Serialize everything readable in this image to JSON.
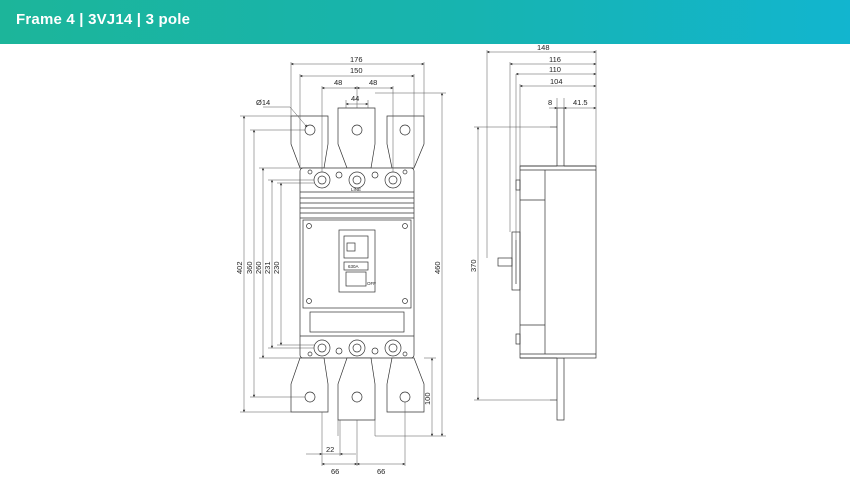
{
  "header": {
    "title": "Frame 4 | 3VJ14 | 3 pole"
  },
  "front_view": {
    "dimensions": {
      "w176": "176",
      "w150": "150",
      "w48a": "48",
      "w48b": "48",
      "w44": "44",
      "hole": "Ø14",
      "h402": "402",
      "h360": "360",
      "h260": "260",
      "h231": "231",
      "h230": "230",
      "h460": "460",
      "h100": "100",
      "w22": "22",
      "w66a": "66",
      "w66b": "66"
    },
    "labels": {
      "line": "LINE",
      "off": "OFF",
      "rating": "630A"
    }
  },
  "side_view": {
    "dimensions": {
      "w148": "148",
      "w116": "116",
      "w110": "110",
      "w104": "104",
      "w8": "8",
      "w415": "41.5",
      "h370": "370"
    }
  }
}
